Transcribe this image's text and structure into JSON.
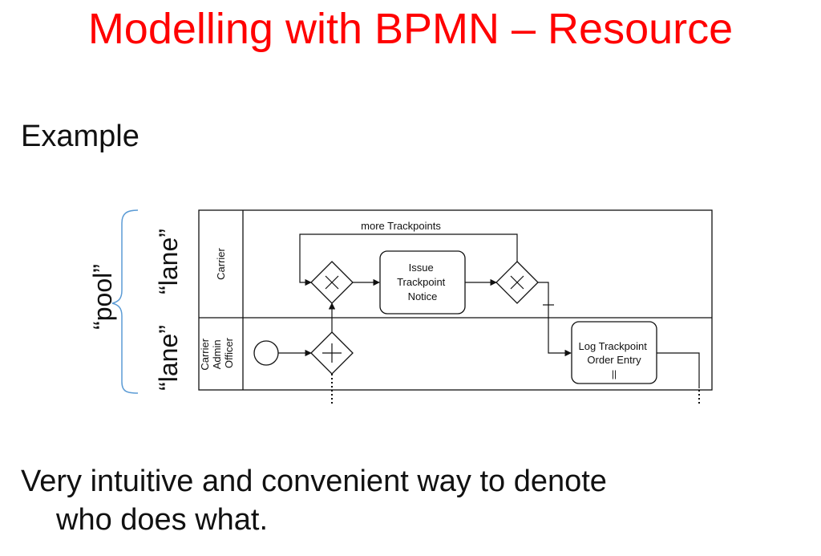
{
  "slide": {
    "title": "Modelling with BPMN – Resource",
    "subheading": "Example",
    "body_line1": "Very intuitive and convenient way to denote",
    "body_line2": "who does what."
  },
  "annotations": {
    "pool": "“pool”",
    "lane_top": "“lane”",
    "lane_bottom": "“lane”"
  },
  "diagram": {
    "lanes": {
      "carrier": "Carrier",
      "carrier_admin_officer": [
        "Carrier",
        "Admin",
        "Officer"
      ]
    },
    "loop_label": "more Trackpoints",
    "tasks": {
      "issue_trackpoint_notice": [
        "Issue",
        "Trackpoint",
        "Notice"
      ],
      "log_trackpoint_order_entry": [
        "Log Trackpoint",
        "Order Entry"
      ],
      "multi_instance_marker": "||"
    },
    "colors": {
      "title": "#ff0000",
      "stroke": "#111111",
      "brace": "#5b9bd5"
    }
  }
}
